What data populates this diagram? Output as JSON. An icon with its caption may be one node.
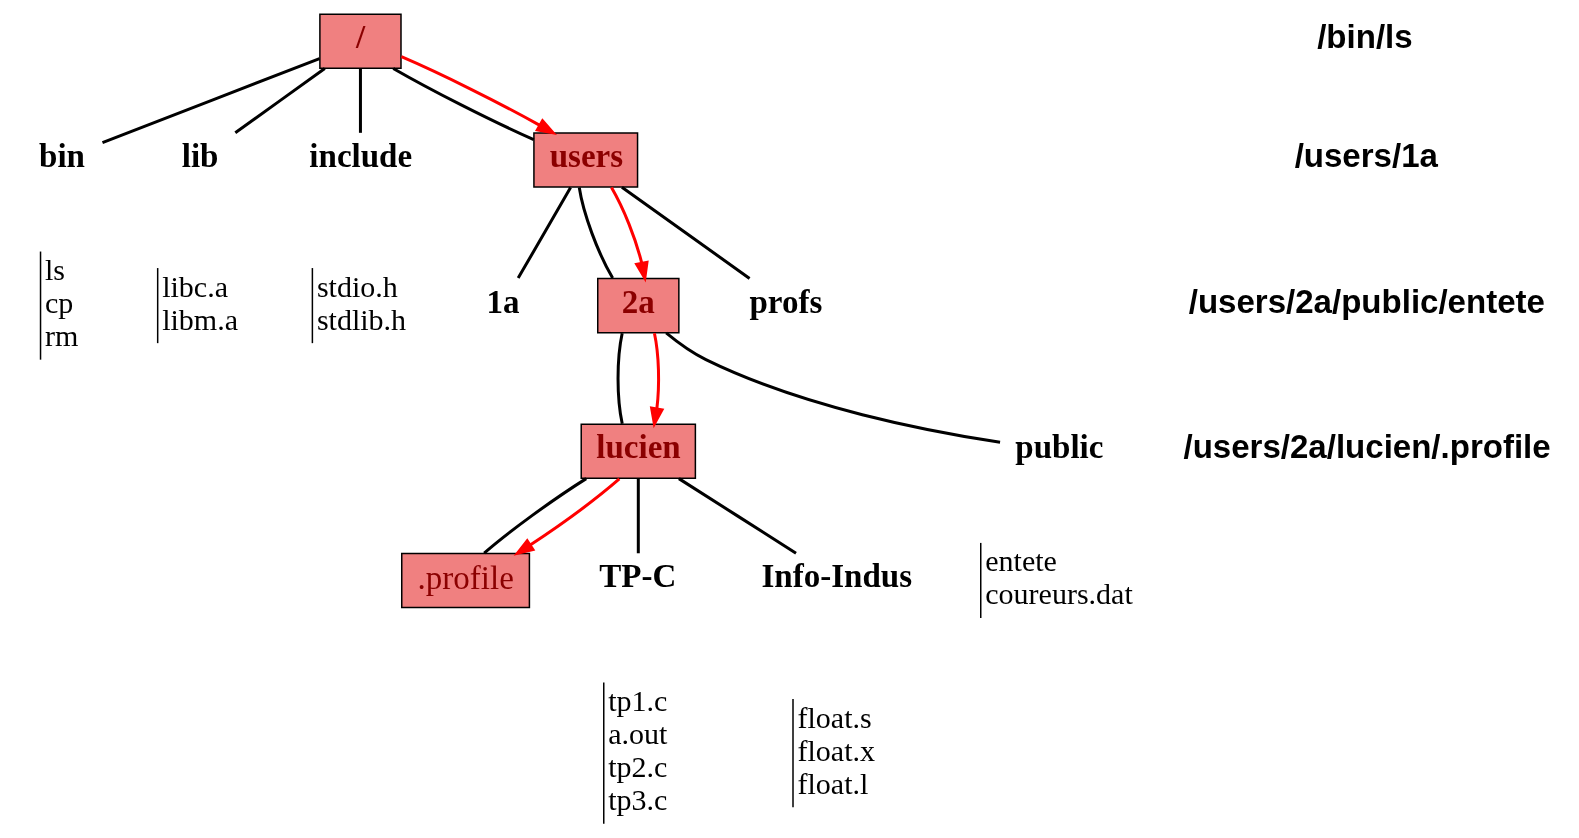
{
  "diagram": {
    "nodes": [
      {
        "text": [
          "/"
        ]
      },
      {
        "text": [
          "bin"
        ],
        "beside": [
          "ls",
          "cp",
          "rm"
        ]
      },
      {
        "text": [
          "lib"
        ],
        "beside": [
          "libc.a",
          "libm.a"
        ]
      },
      {
        "text": [
          "include"
        ],
        "beside": [
          "stdio.h",
          "stdlib.h"
        ]
      },
      {
        "text": [
          "users"
        ]
      },
      {
        "text": [
          "1a"
        ]
      },
      {
        "text": [
          "2a"
        ]
      },
      {
        "text": [
          "profs"
        ]
      },
      {
        "text": [
          "lucien"
        ]
      },
      {
        "text": [
          "public"
        ],
        "beside": [
          "entete",
          "coureurs.dat"
        ]
      },
      {
        "text": [
          ".profile"
        ]
      },
      {
        "text": [
          "TP-C"
        ],
        "beside": [
          "tp1.c",
          "a.out",
          "tp2.c",
          "tp3.c"
        ]
      },
      {
        "text": [
          "Info-Indus"
        ],
        "beside": [
          "float.s",
          "float.x",
          "float.l"
        ]
      }
    ],
    "edges": [
      {
        "from": 0,
        "to": 1,
        "arrow": "none"
      },
      {
        "from": 0,
        "to": 2,
        "arrow": "none"
      },
      {
        "from": 0,
        "to": 3,
        "arrow": "none"
      },
      {
        "from": 0,
        "to": 4,
        "arrow": "none"
      },
      {
        "from": 0,
        "to": 4,
        "arrow": "to",
        "color": "#ff0000"
      },
      {
        "from": 4,
        "to": 5,
        "arrow": "none"
      },
      {
        "from": 4,
        "to": 6,
        "arrow": "none"
      },
      {
        "from": 4,
        "to": 6,
        "arrow": "to",
        "color": "#ff0000"
      },
      {
        "from": 4,
        "to": 7,
        "arrow": "none"
      },
      {
        "from": 6,
        "to": 8,
        "arrow": "none"
      },
      {
        "from": 6,
        "to": 8,
        "arrow": "to",
        "color": "#ff0000"
      },
      {
        "from": 6,
        "to": 9,
        "arrow": "none"
      },
      {
        "from": 8,
        "to": 10,
        "arrow": "none"
      },
      {
        "from": 8,
        "to": 10,
        "arrow": "to",
        "color": "#ff0000"
      },
      {
        "from": 8,
        "to": 11,
        "arrow": "none"
      },
      {
        "from": 8,
        "to": 12,
        "arrow": "none"
      }
    ],
    "labels": [
      "/bin/ls",
      "/users/1a",
      "/users/2a/public/entete",
      "/users/2a/lucien/.profile"
    ]
  }
}
